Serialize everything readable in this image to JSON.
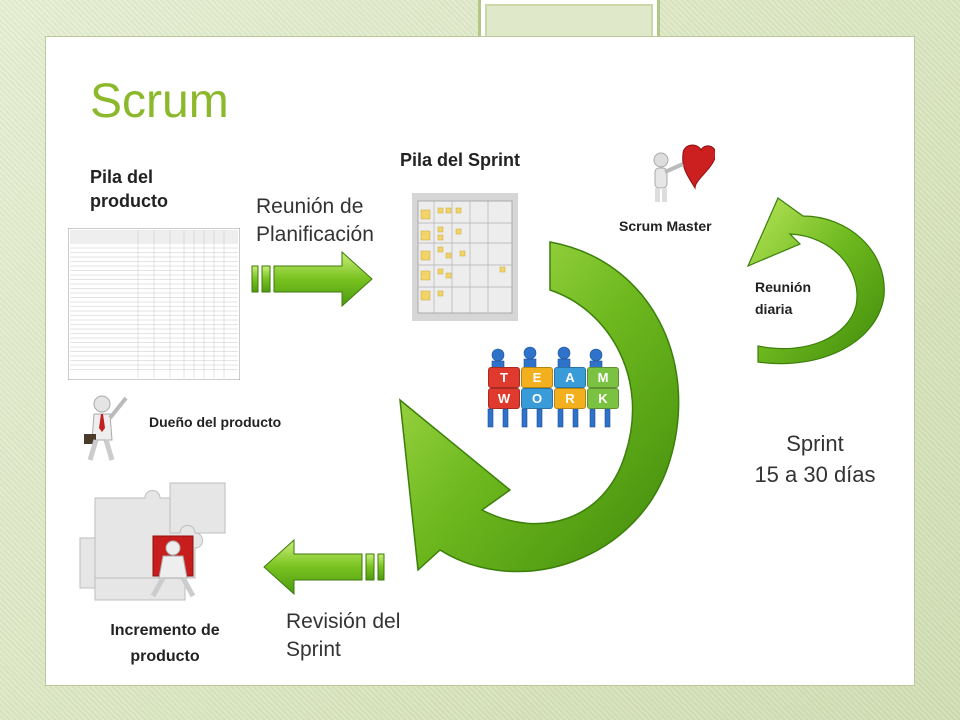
{
  "slide": {
    "title": "Scrum",
    "product_backlog": "Pila del producto",
    "sprint_backlog": "Pila del Sprint",
    "planning_meeting": "Reunión de Planificación",
    "scrum_master": "Scrum Master",
    "daily_meeting": "Reunión diaria",
    "product_owner": "Dueño del producto",
    "sprint_line1": "Sprint",
    "sprint_line2": "15 a 30 días",
    "sprint_review": "Revisión del Sprint",
    "increment": "Incremento de producto"
  },
  "team_letters": [
    "T",
    "E",
    "A",
    "M",
    "W",
    "O",
    "R",
    "K"
  ],
  "colors": {
    "accent": "#8cb82b",
    "arrow_green": "#5aa512",
    "arrow_light": "#a9dc4a"
  }
}
